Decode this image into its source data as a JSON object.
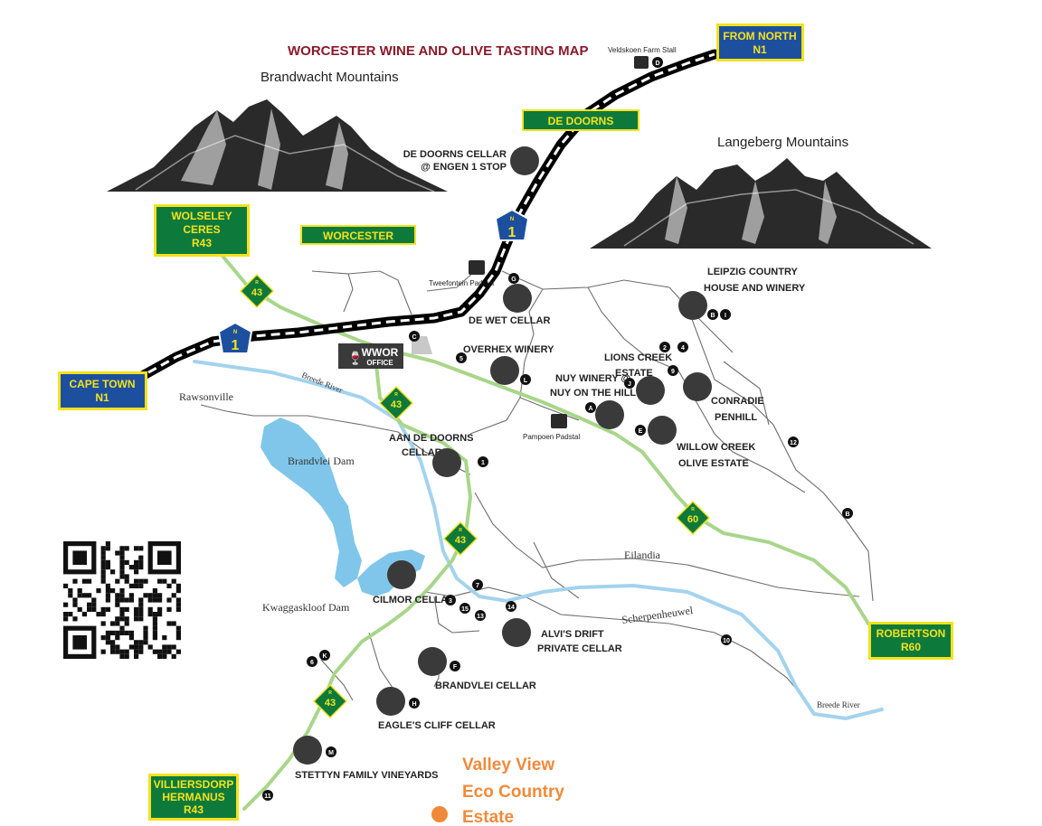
{
  "title": "WORCESTER WINE AND OLIVE TASTING MAP",
  "colors": {
    "road_green": "#a8d68a",
    "river": "#a3d3ee",
    "dam": "#7fc6ea",
    "sign_green": "#0d7a3b",
    "sign_blue": "#1d4f9f",
    "sign_yellow": "#f4e21e",
    "valley_view": "#f08a3a"
  },
  "mountains": {
    "brandwacht": "Brandwacht Mountains",
    "langeberg": "Langeberg Mountains"
  },
  "signs": {
    "from_north": [
      "FROM NORTH",
      "N1"
    ],
    "de_doorns": "DE DOORNS",
    "worcester": "WORCESTER",
    "wolseley": [
      "WOLSELEY",
      "CERES",
      "R43"
    ],
    "cape_town": [
      "CAPE TOWN",
      "N1"
    ],
    "robertson": [
      "ROBERTSON",
      "R60"
    ],
    "villiersdorp": [
      "VILLIERSDORP",
      "HERMANUS",
      "R43"
    ]
  },
  "shields": {
    "n1_prefix": "N",
    "n1": "1",
    "r_prefix": "R",
    "r43": "43",
    "r60": "60"
  },
  "office": [
    "WWOR",
    "OFFICE"
  ],
  "places": {
    "rawsonville": "Rawsonville",
    "breede_river_top": "Breede River",
    "brandvlei_dam": "Brandvlei Dam",
    "kwaggaskloof_dam": "Kwaggaskloof Dam",
    "eilandia": "Eilandia",
    "scherpenheuwel": "Scherpenheuwel",
    "breede_river_bottom": "Breede River"
  },
  "farm_stalls": {
    "veldskoen": "Veldskoen Farm Stall",
    "tweefontein": "Tweefontein Padstal",
    "pampoen": "Pampoen Padstal"
  },
  "venues": {
    "de_doorns_cellar": [
      "DE DOORNS CELLAR",
      "@ ENGEN 1 STOP"
    ],
    "de_wet": [
      "DE WET CELLAR"
    ],
    "overhex": [
      "OVERHEX WINERY"
    ],
    "leipzig": [
      "LEIPZIG COUNTRY",
      "HOUSE AND WINERY"
    ],
    "lions_creek": [
      "LIONS CREEK",
      "ESTATE"
    ],
    "nuy": [
      "NUY WINERY @",
      "NUY ON THE HILL"
    ],
    "conradie": [
      "CONRADIE",
      "PENHILL"
    ],
    "willow_creek": [
      "WILLOW CREEK",
      "OLIVE ESTATE"
    ],
    "aan_de_doorns": [
      "AAN DE DOORNS",
      "CELLAR"
    ],
    "cilmor": [
      "CILMOR CELLAR"
    ],
    "alvis_drift": [
      "ALVI'S DRIFT",
      "PRIVATE CELLAR"
    ],
    "brandvlei_cellar": [
      "BRANDVLEI CELLAR"
    ],
    "eagles_cliff": [
      "EAGLE'S CLIFF CELLAR"
    ],
    "stettyn": [
      "STETTYN FAMILY VINEYARDS"
    ]
  },
  "markers": {
    "D": "D",
    "G": "G",
    "C": "C",
    "L": "L",
    "J": "J",
    "A": "A",
    "E": "E",
    "B": "B",
    "I": "I",
    "F": "F",
    "H": "H",
    "K": "K",
    "M": "M",
    "B2": "B",
    "n1": "1",
    "n2": "2",
    "n3": "3",
    "n4": "4",
    "n5": "5",
    "n6": "6",
    "n7": "7",
    "n9": "9",
    "n10": "10",
    "n11": "11",
    "n12": "12",
    "n13": "13",
    "n14": "14",
    "n15": "15"
  },
  "valley_view": [
    "Valley View",
    "Eco Country",
    "Estate"
  ]
}
